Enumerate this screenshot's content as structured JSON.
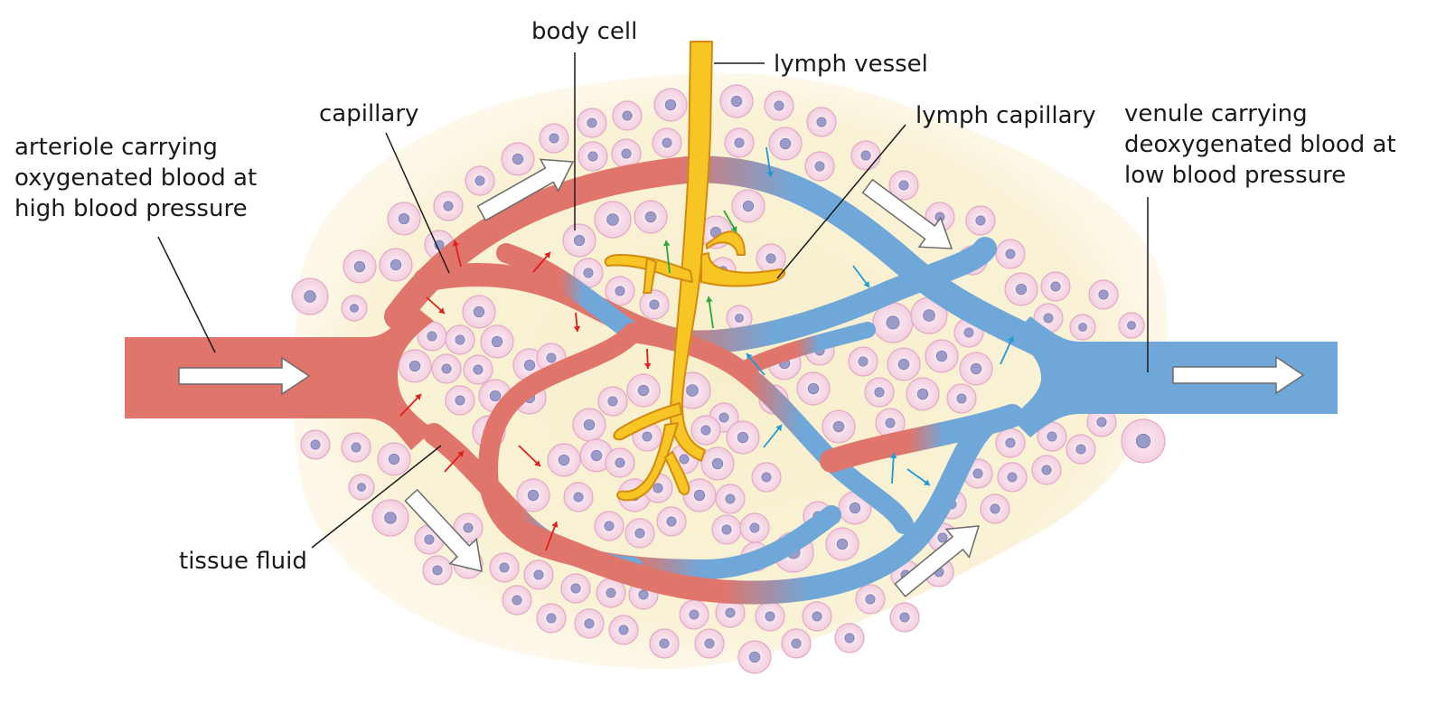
{
  "labels": {
    "body_cell": "body cell",
    "lymph_vessel": "lymph vessel",
    "capillary": "capillary",
    "lymph_capillary": "lymph capillary",
    "arteriole": [
      "arteriole carrying",
      "oxygenated blood at",
      "high blood pressure"
    ],
    "venule": [
      "venule carrying",
      "deoxygenated blood at",
      "low blood pressure"
    ],
    "tissue_fluid": "tissue fluid"
  },
  "colors": {
    "arteriole": "#e0756c",
    "venule": "#6fa7d9",
    "lymph": "#f7c524",
    "lymph_outline": "#d28a10",
    "tissue_fluid": "#f7efcc",
    "cell_fill": "#f6dde9",
    "cell_outline": "#e2a9c6",
    "nucleus": "#9b9bc9",
    "outward_arrow": "#e01e1e",
    "inward_arrow_blue": "#1e9ad8",
    "inward_arrow_green": "#2aa63e"
  }
}
